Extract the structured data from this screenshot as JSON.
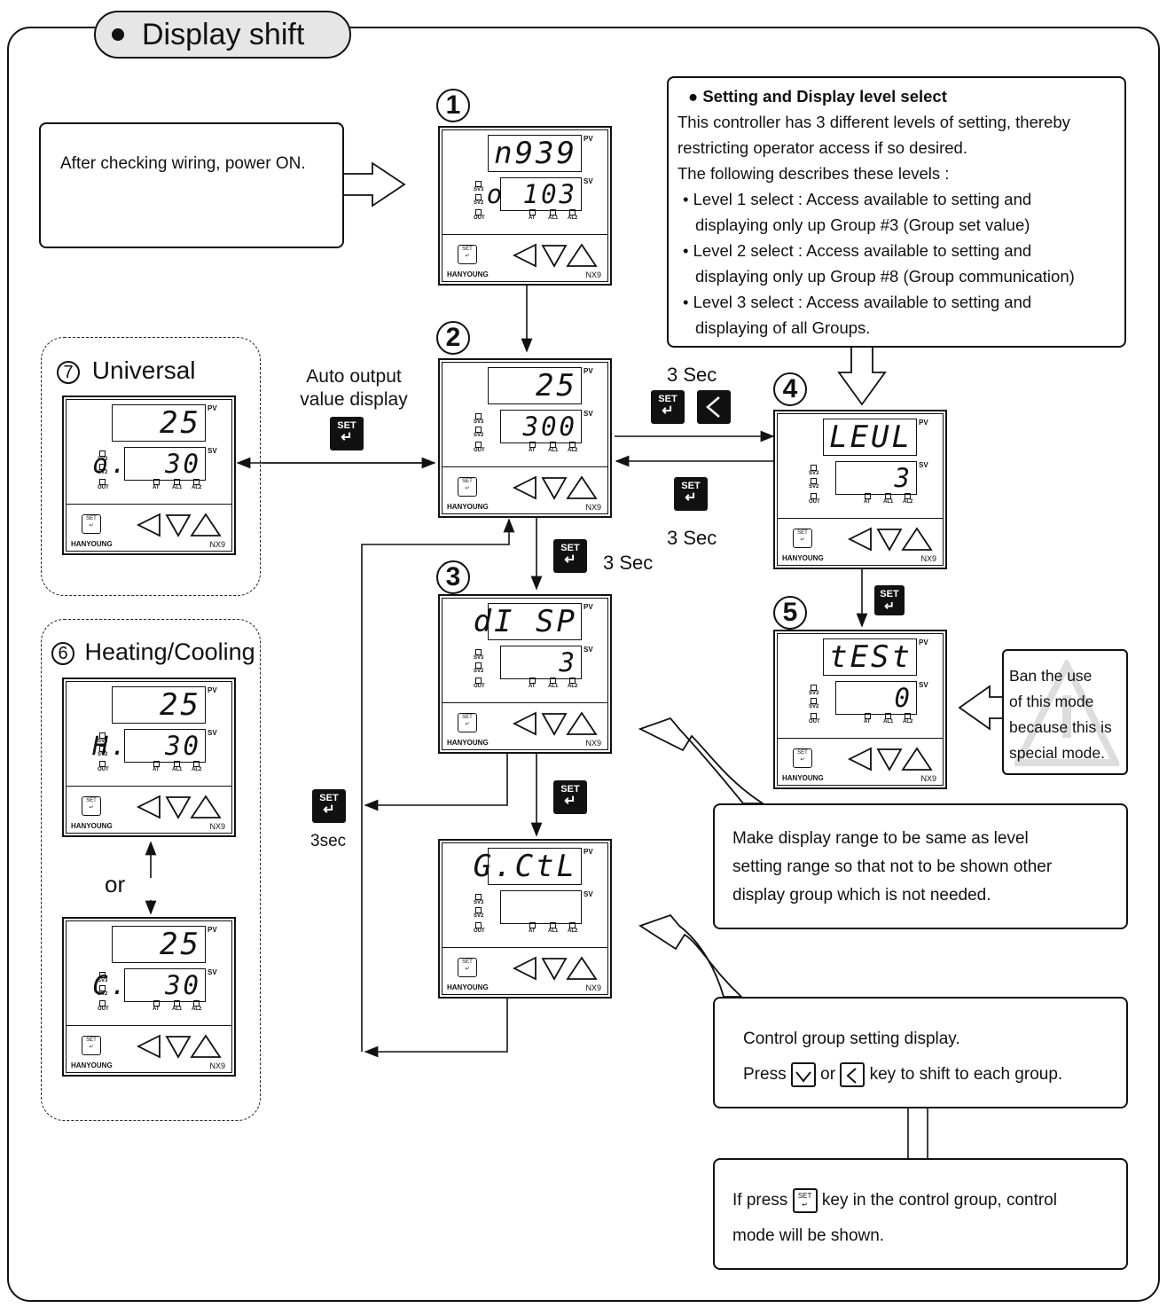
{
  "title": "Display shift",
  "power_note": "After checking wiring, power ON.",
  "level_select": {
    "heading": "Setting and Display level select",
    "lines": [
      "This controller has 3 different levels of setting, thereby",
      "restricting operator access if so desired.",
      "The following describes these levels :",
      "• Level 1 select : Access available to setting and",
      "  displaying only up Group #3 (Group set value)",
      "• Level 2 select : Access available to setting and",
      "  displaying only up Group #8 (Group communication)",
      "• Level 3 select : Access available to setting and",
      "  displaying of all Groups."
    ]
  },
  "steps": {
    "s1": "1",
    "s2": "2",
    "s3": "3",
    "s4": "4",
    "s5": "5",
    "s6": "6",
    "s7": "7"
  },
  "universal_label": "Universal",
  "heating_cooling_label": "Heating/Cooling",
  "or_label": "or",
  "auto_output_label_1": "Auto output",
  "auto_output_label_2": "value display",
  "sec3_a": "3 Sec",
  "sec3_b": "3 Sec",
  "sec3_c": "3 Sec",
  "sec3_d": "3sec",
  "ban_note": [
    "Ban the use",
    "of this mode",
    "because this is",
    "special mode."
  ],
  "range_note": [
    "Make display range to be same as level",
    "setting range so that not to be shown other",
    "display group which is not needed."
  ],
  "control_note": {
    "line1": "Control group setting display.",
    "press": "Press",
    "or": "or",
    "tail": "key to shift to each group."
  },
  "control_mode_note": {
    "prefix": "If press",
    "suffix": "key in the control group, control",
    "line2": "mode will be shown."
  },
  "set_key": {
    "line1": "SET",
    "line2": "↵"
  },
  "controllers": {
    "c1": {
      "pv": "n939",
      "sv": "o 103"
    },
    "c2": {
      "pv": "25",
      "sv": "300"
    },
    "c3": {
      "pv": "dI SP",
      "sv": "3"
    },
    "c4": {
      "pv": "LEUL",
      "sv": "3"
    },
    "c5": {
      "pv": "tESt",
      "sv": "0"
    },
    "c6": {
      "pv": "G.CtL",
      "sv": ""
    },
    "c7": {
      "pv": "25",
      "sv": "o.  30"
    },
    "c8": {
      "pv": "25",
      "sv": "H.  30"
    },
    "c9": {
      "pv": "25",
      "sv": "C.  30"
    }
  },
  "panel": {
    "pv_tag": "PV",
    "sv_tag": "SV",
    "sv2": "SV2",
    "sv3": "SV3",
    "out": "OUT",
    "at": "AT",
    "al1": "AL1",
    "al2": "AL2",
    "brand": "HANYOUNG",
    "model": "NX9"
  }
}
